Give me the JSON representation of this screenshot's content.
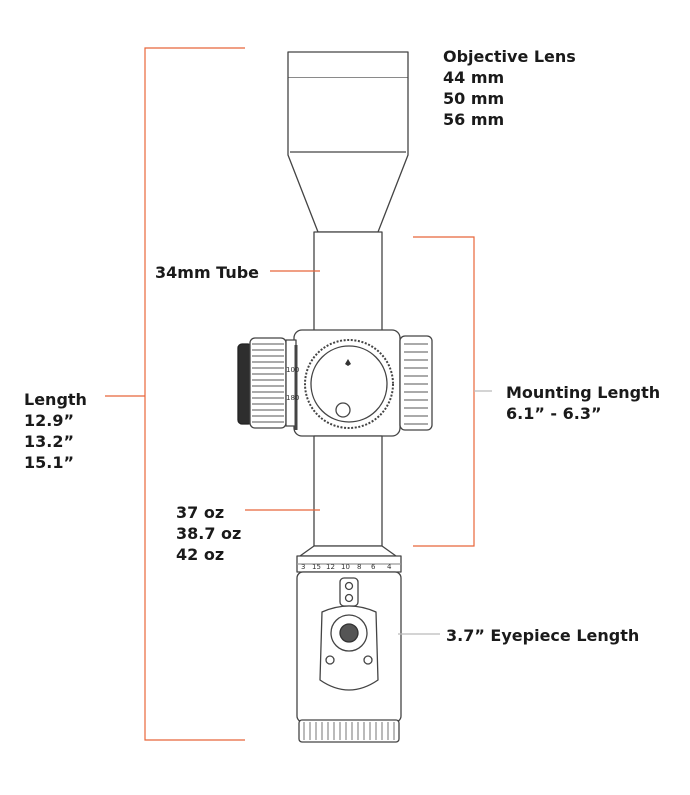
{
  "labels": {
    "objective": {
      "title": "Objective Lens",
      "values": [
        "44 mm",
        "50 mm",
        "56 mm"
      ]
    },
    "tube": "34mm Tube",
    "length": {
      "title": "Length",
      "values": [
        "12.9”",
        "13.2”",
        "15.1”"
      ]
    },
    "mounting": {
      "title": "Mounting Length",
      "value": "6.1” - 6.3”"
    },
    "weight": {
      "values": [
        "37 oz",
        "38.7 oz",
        "42 oz"
      ]
    },
    "eyepiece": "3.7” Eyepiece Length"
  },
  "scope_markings": {
    "turret_ticks": [
      "100",
      "180"
    ],
    "magnification_ring": [
      "3",
      "15",
      "12",
      "10",
      "8",
      "6",
      "4"
    ]
  },
  "colors": {
    "accent": "#e8663a",
    "line": "#444444",
    "text": "#1a1a1a"
  }
}
